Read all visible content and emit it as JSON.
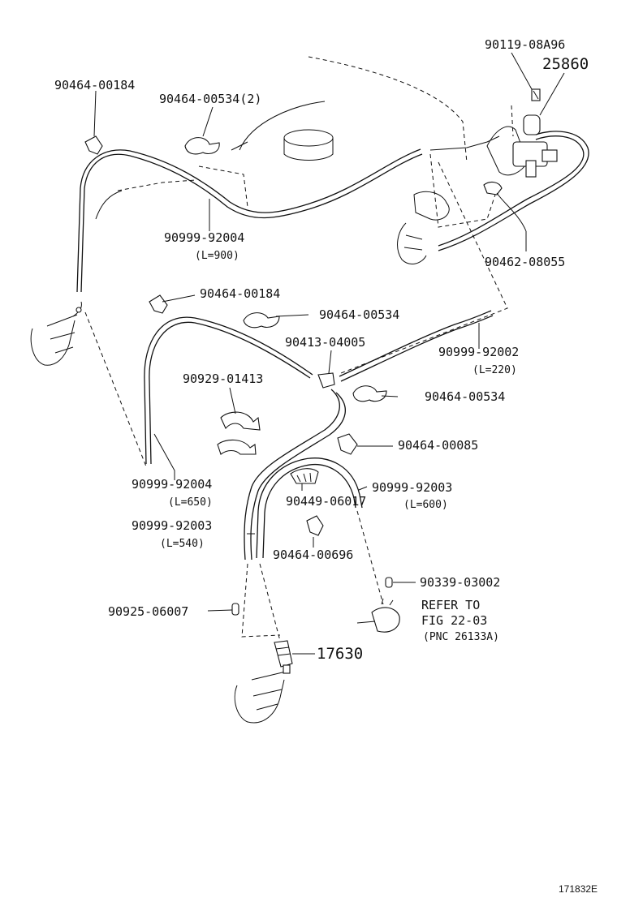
{
  "labels": {
    "p90119": "90119-08A96",
    "p25860": "25860",
    "p90464_00184_a": "90464-00184",
    "p90464_00534_2": "90464-00534(2)",
    "p90999_92004_a": "90999-92004",
    "len_900": "(L=900)",
    "p90462": "90462-08055",
    "p90464_00184_b": "90464-00184",
    "p90464_00534_a": "90464-00534",
    "p90413": "90413-04005",
    "p90999_92002": "90999-92002",
    "len_220": "(L=220)",
    "p90929": "90929-01413",
    "p90464_00534_b": "90464-00534",
    "p90464_00085": "90464-00085",
    "p90999_92004_b": "90999-92004",
    "len_650": "(L=650)",
    "p90449": "90449-06017",
    "p90999_92003_a": "90999-92003",
    "len_600": "(L=600)",
    "p90999_92003_b": "90999-92003",
    "len_540": "(L=540)",
    "p90464_00696": "90464-00696",
    "p90339": "90339-03002",
    "refer_1": "REFER TO",
    "refer_2": "FIG 22-03",
    "refer_3": "(PNC 26133A)",
    "p90925": "90925-06007",
    "p17630": "17630",
    "figure_id": "171832E"
  }
}
